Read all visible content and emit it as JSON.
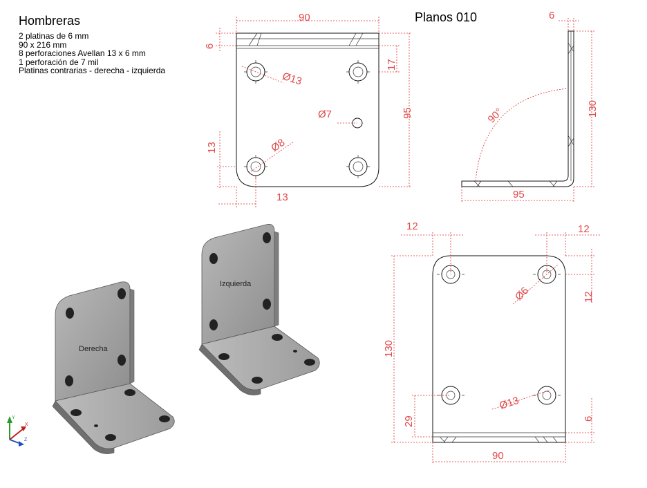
{
  "title": "Hombreras",
  "notes": [
    "2 platinas de 6 mm",
    "90 x 216 mm",
    "8 perforaciones Avellan 13 x  6 mm",
    "1 perforación de 7 mil",
    "Platinas contrarias - derecha - izquierda"
  ],
  "sheet_title": "Planos 010",
  "dims": {
    "top_width": "90",
    "top_thick": "6",
    "top_17": "17",
    "top_d13": "Ø13",
    "top_d7": "Ø7",
    "top_95": "95",
    "top_13v": "13",
    "top_d8": "Ø8",
    "top_13h": "13",
    "side_6": "6",
    "side_130": "130",
    "side_90deg": "90°",
    "side_95": "95",
    "bot_12l": "12",
    "bot_12r": "12",
    "bot_12v": "12",
    "bot_d6": "Ø6",
    "bot_130": "130",
    "bot_29": "29",
    "bot_d13": "Ø13",
    "bot_6": "6",
    "bot_90": "90"
  },
  "labels": {
    "right": "Derecha",
    "left": "Izquierda"
  },
  "axes": {
    "y": "Y",
    "x": "X",
    "z": "Z"
  },
  "colors": {
    "dimension": "#e03030",
    "steel": "#9a9a9a"
  }
}
